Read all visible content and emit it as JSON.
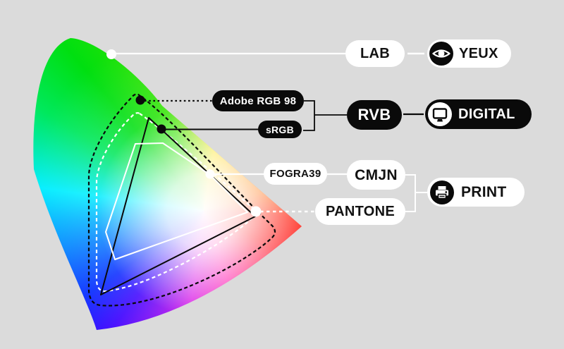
{
  "colors": {
    "background": "#dbdbdb",
    "ink": "#0a0a0a",
    "paper": "#ffffff"
  },
  "color_spaces": {
    "lab": {
      "label": "LAB"
    },
    "adobe_rgb": {
      "label": "Adobe RGB 98"
    },
    "srgb": {
      "label": "sRGB"
    },
    "rvb": {
      "label": "RVB"
    },
    "fogra39": {
      "label": "FOGRA39"
    },
    "cmjn": {
      "label": "CMJN"
    },
    "pantone": {
      "label": "PANTONE"
    }
  },
  "outputs": {
    "yeux": {
      "label": "YEUX",
      "icon": "eye-icon"
    },
    "digital": {
      "label": "DIGITAL",
      "icon": "monitor-icon"
    },
    "print": {
      "label": "PRINT",
      "icon": "printer-icon"
    }
  },
  "gamut_outlines": [
    {
      "name": "visible-spectrum-horseshoe",
      "style": "filled gradient"
    },
    {
      "name": "Adobe RGB 98",
      "stroke": "#0a0a0a",
      "style": "dashed"
    },
    {
      "name": "PANTONE",
      "stroke": "#ffffff",
      "style": "dashed"
    },
    {
      "name": "sRGB",
      "stroke": "#0a0a0a",
      "style": "solid"
    },
    {
      "name": "FOGRA39",
      "stroke": "#ffffff",
      "style": "solid"
    }
  ]
}
